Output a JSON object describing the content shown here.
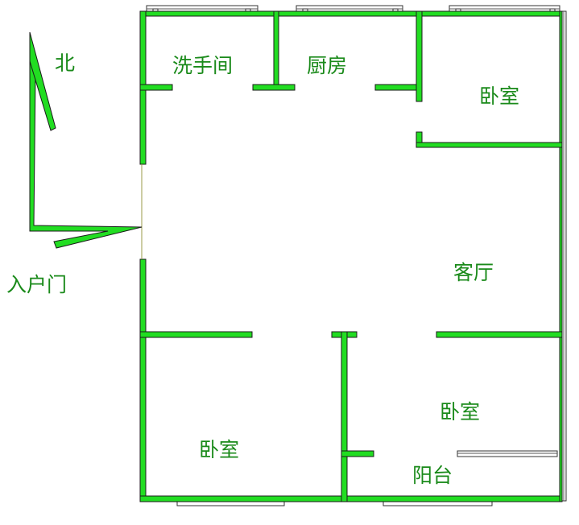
{
  "rooms": {
    "bathroom": "洗手间",
    "kitchen": "厨房",
    "bedroom_ne": "卧室",
    "living_room": "客厅",
    "bedroom_sw": "卧室",
    "bedroom_se": "卧室",
    "balcony": "阳台"
  },
  "compass": {
    "north_label": "北"
  },
  "entrance": {
    "label": "入户门"
  },
  "colors": {
    "wall": "#22dd22",
    "label": "#1a8a1a"
  }
}
